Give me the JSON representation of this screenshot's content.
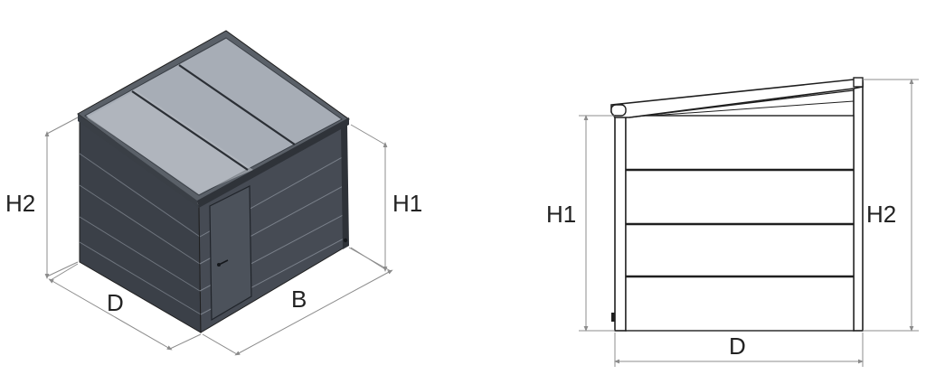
{
  "iso_view": {
    "labels": {
      "height_left": "H2",
      "height_right": "H1",
      "depth": "D",
      "width": "B"
    }
  },
  "side_view": {
    "labels": {
      "height_left": "H1",
      "height_right": "H2",
      "depth": "D"
    },
    "panel_count": 4
  },
  "colors": {
    "wall_dark": "#3b4048",
    "wall_front": "#464b54",
    "roof_glass": "#a7adb6",
    "roof_frame": "#5a6068",
    "line": "#1f1f1f",
    "dimension": "#8c8c8c"
  }
}
